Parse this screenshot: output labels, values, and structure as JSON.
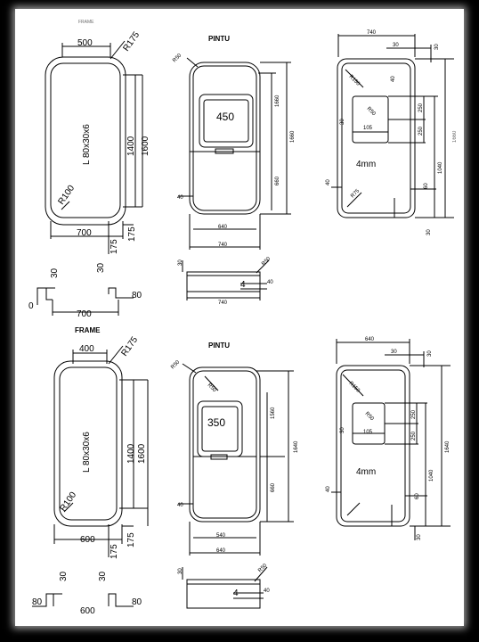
{
  "top": {
    "partial_label": "FRAME",
    "frame": {
      "width": "500",
      "radius_corner": "R175",
      "height_inner": "1400",
      "height_outer": "1600",
      "profile": "L 80x30x6",
      "radius_inner": "R100",
      "bottom_width": "700",
      "dim_175a": "175",
      "dim_175b": "175"
    },
    "section": {
      "d30a": "30",
      "d30b": "30",
      "d80": "80",
      "d700": "700",
      "d0": "0"
    },
    "door": {
      "title": "PINTU",
      "corner": "R50",
      "window": "450",
      "h1": "1660",
      "h2": "1660",
      "h3": "660",
      "side": "40",
      "w1": "640",
      "w2": "740"
    },
    "door_section": {
      "d30": "30",
      "d4": "4",
      "d40": "40",
      "d740": "740",
      "r50": "R50"
    },
    "detail": {
      "top_w": "740",
      "d30a": "30",
      "d30b": "30",
      "r150": "R150",
      "r50": "R50",
      "d40": "40",
      "w105": "105",
      "v250a": "250",
      "v250b": "250",
      "thk": "4mm",
      "v30a": "30",
      "v1040": "1040",
      "v60": "60",
      "v30b": "30",
      "r75": "R75",
      "v40": "40",
      "side": "1660"
    }
  },
  "bottom": {
    "frame": {
      "title": "FRAME",
      "width": "400",
      "radius_corner": "R175",
      "height_inner": "1400",
      "height_outer": "1600",
      "profile": "L 80x30x6",
      "radius_inner": "R100",
      "bottom_width": "600",
      "dim_175a": "175",
      "dim_175b": "175"
    },
    "section": {
      "d30a": "30",
      "d30b": "30",
      "d80a": "80",
      "d80b": "80",
      "d600": "600"
    },
    "door": {
      "title": "PINTU",
      "corner": "R50",
      "corner2": "R50",
      "window": "350",
      "h1": "1560",
      "h2": "1640",
      "h3": "660",
      "side": "40",
      "w1": "540",
      "w2": "640"
    },
    "door_section": {
      "d30": "30",
      "d4": "4",
      "d40": "40",
      "r50": "R50"
    },
    "detail": {
      "top_w": "640",
      "d30a": "30",
      "d30b": "30",
      "r150": "R150",
      "r50": "R50",
      "w105": "105",
      "v250a": "250",
      "v250b": "250",
      "thk": "4mm",
      "v30": "30",
      "v1040": "1040",
      "v60": "60",
      "v40": "40",
      "side": "1640",
      "v30c": "30"
    }
  }
}
